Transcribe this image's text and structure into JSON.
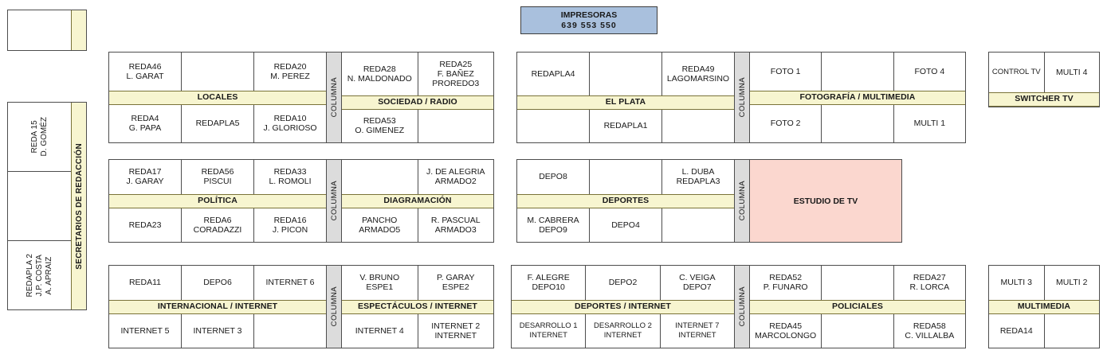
{
  "printers": {
    "title": "IMPRESORAS",
    "numbers": "639   553   550"
  },
  "left_strip": {
    "top_block": {
      "cells": [
        ""
      ],
      "band": ""
    },
    "main_block": {
      "band": "SECRETARIOS DE REDACCIÓN",
      "cells": [
        "REDA 15\nD. GOMÉZ",
        "",
        "REDAPLA 2\nJ.P. COSTA\nA. APRAIZ"
      ]
    }
  },
  "groups": [
    {
      "id": "locales-sociedad",
      "left": {
        "band": "LOCALES",
        "top": [
          "REDA46\nL. GARAT",
          "",
          "REDA20\nM. PEREZ"
        ],
        "bottom": [
          "REDA4\nG. PAPA",
          "REDAPLA5",
          "REDA10\nJ. GLORIOSO"
        ]
      },
      "pillar": "COLUMNA",
      "right": {
        "band": "SOCIEDAD / RADIO",
        "top": [
          "REDA28\nN. MALDONADO",
          "REDA25\nF. BAÑEZ\nPROREDO3"
        ],
        "bottom": [
          "REDA53\nO. GIMENEZ",
          ""
        ]
      }
    },
    {
      "id": "elplata-fotografia",
      "left": {
        "band": "EL PLATA",
        "top": [
          "REDAPLA4",
          "",
          "REDA49\nLAGOMARSINO"
        ],
        "bottom": [
          "",
          "REDAPLA1",
          ""
        ]
      },
      "pillar": "COLUMNA",
      "right": {
        "band": "FOTOGRAFÍA / MULTIMEDIA",
        "top": [
          "FOTO 1",
          "",
          "FOTO 4"
        ],
        "bottom": [
          "FOTO 2",
          "",
          "MULTI 1"
        ]
      }
    },
    {
      "id": "switcher-tv",
      "single": {
        "band": "SWITCHER TV",
        "top": [
          "CONTROL TV",
          "MULTI 4"
        ]
      }
    },
    {
      "id": "politica-diagramacion",
      "left": {
        "band": "POLÍTICA",
        "top": [
          "REDA17\nJ. GARAY",
          "REDA56\nPISCUI",
          "REDA33\nL. ROMOLI"
        ],
        "bottom": [
          "REDA23",
          "REDA6\nCORADAZZI",
          "REDA16\nJ. PICON"
        ]
      },
      "pillar": "COLUMNA",
      "right": {
        "band": "DIAGRAMACIÓN",
        "top": [
          "",
          "J. DE ALEGRIA\nARMADO2"
        ],
        "bottom": [
          "PANCHO\nARMADO5",
          "R. PASCUAL\nARMADO3"
        ]
      }
    },
    {
      "id": "deportes-estudio",
      "left": {
        "band": "DEPORTES",
        "top": [
          "DEPO8",
          "",
          "L. DUBA\nREDAPLA3"
        ],
        "bottom": [
          "M. CABRERA\nDEPO9",
          "DEPO4",
          ""
        ]
      },
      "pillar": "COLUMNA",
      "studio": "ESTUDIO DE TV"
    },
    {
      "id": "internacional-espectaculos",
      "left": {
        "band": "INTERNACIONAL / INTERNET",
        "top": [
          "REDA11",
          "DEPO6",
          "INTERNET 6"
        ],
        "bottom": [
          "INTERNET 5",
          "INTERNET 3",
          ""
        ]
      },
      "pillar": "COLUMNA",
      "right": {
        "band": "ESPECTÁCULOS / INTERNET",
        "top": [
          "V. BRUNO\nESPE1",
          "P. GARAY\nESPE2"
        ],
        "bottom": [
          "INTERNET 4",
          "INTERNET 2\nINTERNET"
        ]
      }
    },
    {
      "id": "deportes-internet-policiales",
      "left": {
        "band": "DEPORTES / INTERNET",
        "top": [
          "F. ALEGRE\nDEPO10",
          "DEPO2",
          "C. VEIGA\nDEPO7"
        ],
        "bottom": [
          "DESARROLLO 1\nINTERNET",
          "DESARROLLO 2\nINTERNET",
          "INTERNET 7\nINTERNET"
        ]
      },
      "pillar": "COLUMNA",
      "right": {
        "band": "POLICIALES",
        "top": [
          "REDA52\nP. FUNARO",
          "",
          "REDA27\nR. LORCA"
        ],
        "bottom": [
          "REDA45\nMARCOLONGO",
          "",
          "REDA58\nC. VILLALBA"
        ]
      }
    },
    {
      "id": "multimedia",
      "single2": {
        "band": "MULTIMEDIA",
        "top": [
          "MULTI 3",
          "MULTI 2"
        ],
        "bottom": [
          "REDA14",
          ""
        ]
      }
    }
  ],
  "colors": {
    "band": "#f7f5d0",
    "pillar": "#dcdcdc",
    "studio": "#fbd7cf",
    "printers": "#a9c0dd",
    "stroke": "#4d4d4d"
  }
}
